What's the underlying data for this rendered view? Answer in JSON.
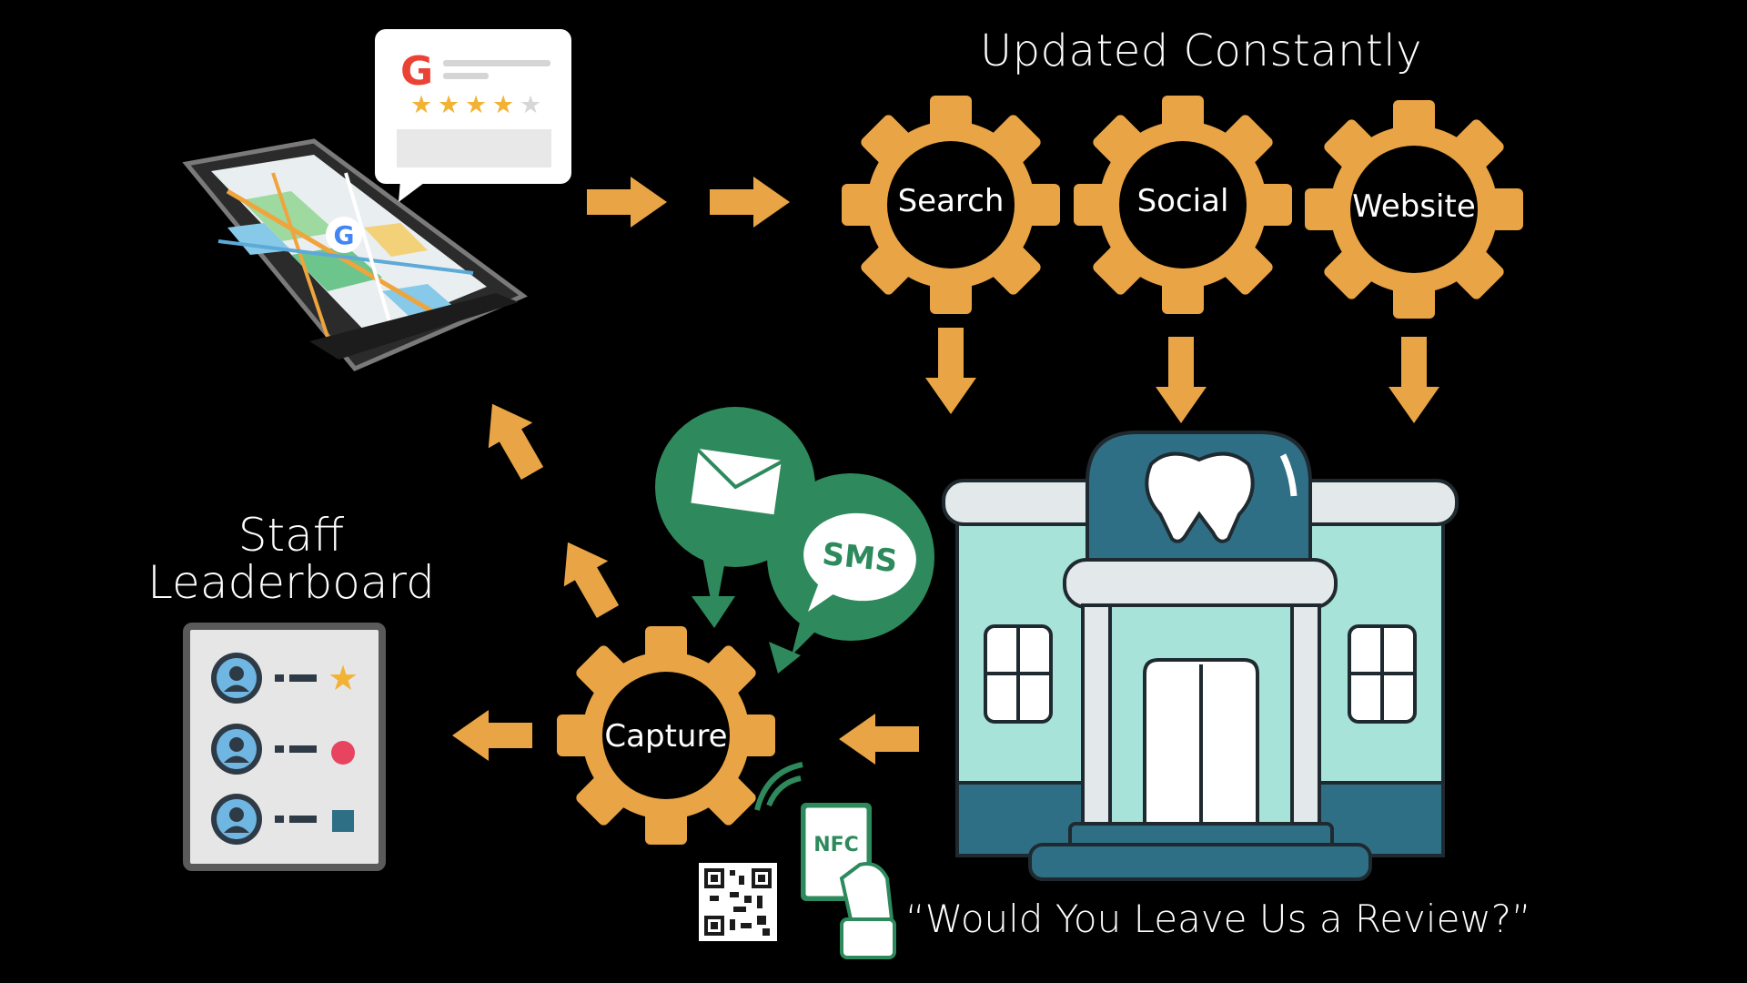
{
  "header": {
    "title": "Updated Constantly"
  },
  "gears": {
    "search": "Search",
    "social": "Social",
    "website": "Website",
    "capture": "Capture"
  },
  "leaderboard": {
    "title_line1": "Staff",
    "title_line2": "Leaderboard"
  },
  "message": {
    "sms_label": "SMS",
    "nfc_label": "NFC"
  },
  "phone": {
    "brand_letter": "G"
  },
  "quote": "“Would You Leave Us a Review?”",
  "colors": {
    "background": "#000000",
    "accent_orange": "#E9A445",
    "bubble_green": "#2E8A5C",
    "building_teal": "#2F6F86",
    "building_light": "#A8E3D9"
  }
}
